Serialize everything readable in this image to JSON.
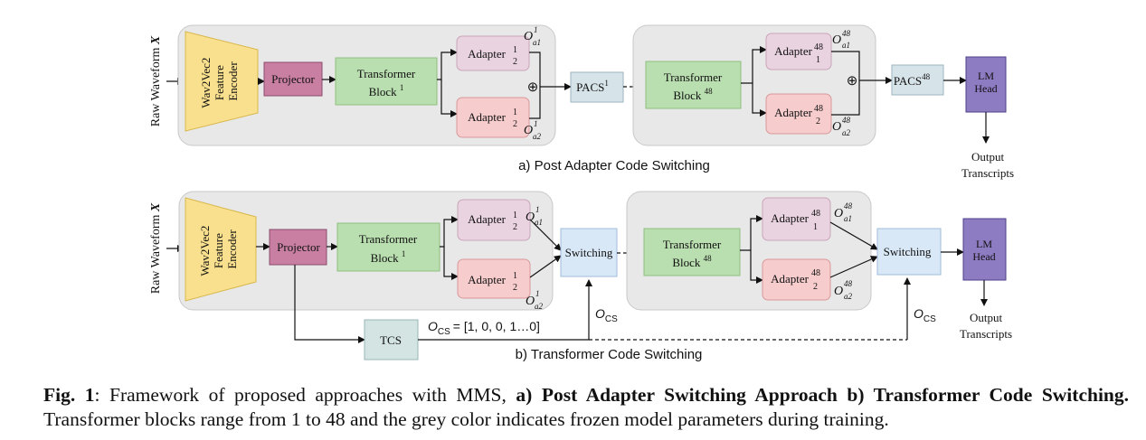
{
  "panel_a": {
    "input_label": "Raw Waveform",
    "input_var": "X",
    "encoder": [
      "Wav2Vec2",
      "Feature",
      "Encoder"
    ],
    "projector": "Projector",
    "transformer_1": {
      "line1": "Transformer",
      "line2": "Block",
      "sup": "1"
    },
    "adapter_top_1": {
      "name": "Adapter",
      "sup": "1",
      "sub": "2"
    },
    "adapter_bot_1": {
      "name": "Adapter",
      "sup": "1",
      "sub": "2"
    },
    "out_a1": {
      "base": "O",
      "sup": "1",
      "sub": "a1"
    },
    "out_a2": {
      "base": "O",
      "sup": "1",
      "sub": "a2"
    },
    "sum_symbol": "⊕",
    "pacs_1": {
      "name": "PACS",
      "sup": "1"
    },
    "transformer_48": {
      "line1": "Transformer",
      "line2": "Block",
      "sup": "48"
    },
    "adapter_top_48": {
      "name": "Adapter",
      "sup": "48",
      "sub": "1"
    },
    "adapter_bot_48": {
      "name": "Adapter",
      "sup": "48",
      "sub": "2"
    },
    "out48_a1": {
      "base": "O",
      "sup": "48",
      "sub": "a1"
    },
    "out48_a2": {
      "base": "O",
      "sup": "48",
      "sub": "a2"
    },
    "pacs_48": {
      "name": "PACS",
      "sup": "48"
    },
    "lm_head": [
      "LM",
      "Head"
    ],
    "output": [
      "Output",
      "Transcripts"
    ],
    "title": "a) Post Adapter Code Switching"
  },
  "panel_b": {
    "input_label": "Raw Waveform",
    "input_var": "X",
    "encoder": [
      "Wav2Vec2",
      "Feature",
      "Encoder"
    ],
    "projector": "Projector",
    "transformer_1": {
      "line1": "Transformer",
      "line2": "Block",
      "sup": "1"
    },
    "adapter_top_1": {
      "name": "Adapter",
      "sup": "1",
      "sub": "2"
    },
    "adapter_bot_1": {
      "name": "Adapter",
      "sup": "1",
      "sub": "2"
    },
    "out_a1": {
      "base": "O",
      "sup": "1",
      "sub": "a1"
    },
    "out_a2": {
      "base": "O",
      "sup": "1",
      "sub": "a2"
    },
    "switching_1": "Switching",
    "transformer_48": {
      "line1": "Transformer",
      "line2": "Block",
      "sup": "48"
    },
    "adapter_top_48": {
      "name": "Adapter",
      "sup": "48",
      "sub": "1"
    },
    "adapter_bot_48": {
      "name": "Adapter",
      "sup": "48",
      "sub": "2"
    },
    "out48_a1": {
      "base": "O",
      "sup": "48",
      "sub": "a1"
    },
    "out48_a2": {
      "base": "O",
      "sup": "48",
      "sub": "a2"
    },
    "switching_48": "Switching",
    "lm_head": [
      "LM",
      "Head"
    ],
    "output": [
      "Output",
      "Transcripts"
    ],
    "tcs": "TCS",
    "ocs_vector": {
      "base": "O",
      "sub": "CS",
      "value": "= [1, 0, 0, 1…0]"
    },
    "ocs_label_1": {
      "base": "O",
      "sub": "CS"
    },
    "ocs_label_2": {
      "base": "O",
      "sub": "CS"
    },
    "title": "b) Transformer Code Switching"
  },
  "caption": {
    "fig": "Fig. 1",
    "colon": ": ",
    "text1": "Framework of proposed approaches with MMS, ",
    "bold": "a) Post Adapter Switching Approach b) Transformer Code Switching.",
    "text2": " Transformer blocks range from 1 to 48 and the grey color indicates frozen model parameters during training."
  },
  "colors": {
    "frozen_bg": "#e8e8e8",
    "encoder": "#f9e08e",
    "projector": "#c97fa2",
    "transformer": "#b9deaf",
    "adapter_top": "#ead3e0",
    "adapter_bot": "#f6cccd",
    "pacs": "#d6e3e8",
    "switching": "#d9e8f7",
    "lm_head": "#8e7cc3",
    "tcs": "#d3e4e3"
  }
}
